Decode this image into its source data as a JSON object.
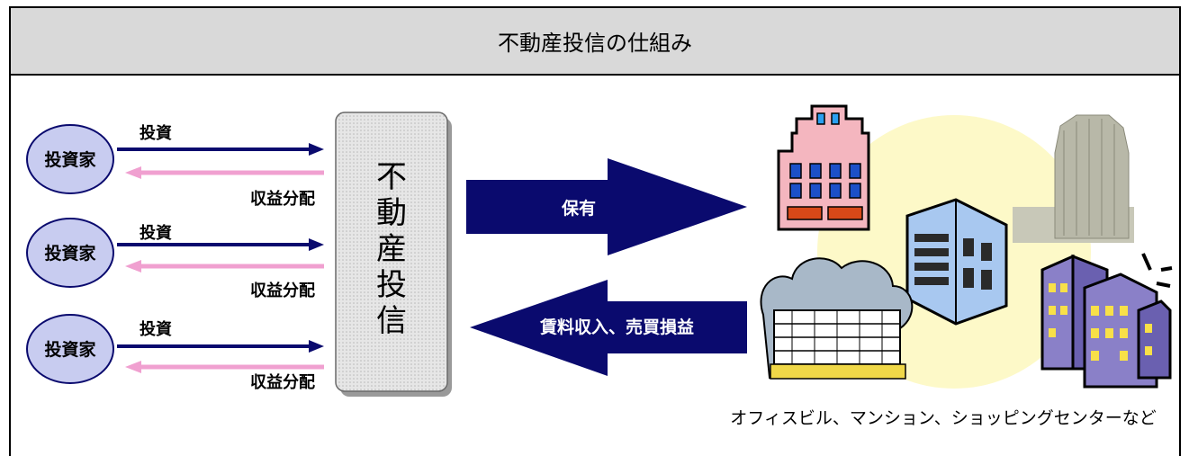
{
  "title": "不動産投信の仕組み",
  "investors": [
    {
      "label": "投資家",
      "invest": "投資",
      "dividend": "収益分配"
    },
    {
      "label": "投資家",
      "invest": "投資",
      "dividend": "収益分配"
    },
    {
      "label": "投資家",
      "invest": "投資",
      "dividend": "収益分配"
    }
  ],
  "reit": {
    "chars": [
      "不",
      "動",
      "産",
      "投",
      "信"
    ]
  },
  "own_arrow": {
    "label": "保有"
  },
  "income_arrow": {
    "label": "賃料収入、売買損益"
  },
  "property_caption": "オフィスビル、マンション、ショッピングセンターなど",
  "colors": {
    "header_bg": "#d9d9d9",
    "investor_fill": "#c8ccf0",
    "invest_arrow": "#0a0a6e",
    "dividend_arrow": "#f0a0d0",
    "big_arrow": "#0a0a6e",
    "reit_fill": "#dcdcdc",
    "property_bg": "#fdf9c8"
  },
  "icons": [
    "office-building-icon",
    "skyscraper-icon",
    "glass-building-icon",
    "shopping-center-icon",
    "apartment-cluster-icon"
  ]
}
